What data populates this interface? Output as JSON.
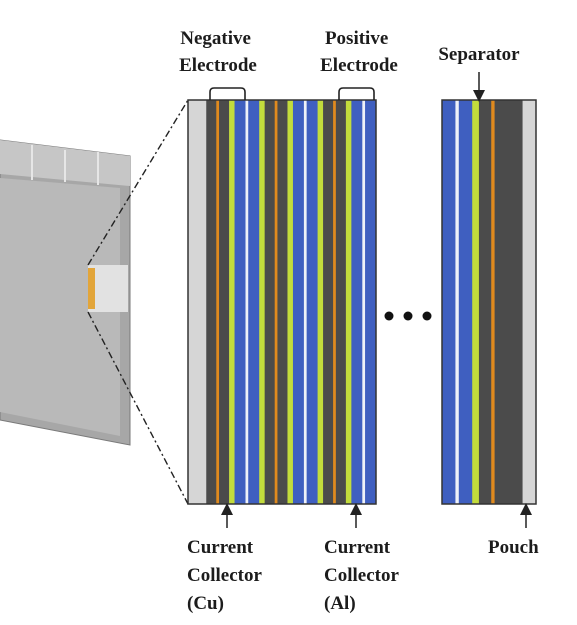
{
  "labels": {
    "negative_electrode": [
      "Negative",
      "Electrode"
    ],
    "positive_electrode": [
      "Positive",
      "Electrode"
    ],
    "separator": "Separator",
    "current_collector_cu": [
      "Current",
      "Collector",
      "(Cu)"
    ],
    "current_collector_al": [
      "Current",
      "Collector",
      "(Al)"
    ],
    "pouch": "Pouch"
  },
  "colors": {
    "pouch": "#d6d6d6",
    "anode_coating": "#4b4b4b",
    "copper_foil": "#e08a1e",
    "separator": "#c3dc3c",
    "cathode_coating": "#3f5fc0",
    "aluminum_foil": "#eef1f8",
    "cell_body": "#a7a7a7",
    "cell_top": "#c3c3c3",
    "tab": "#e2a53a",
    "outline": "#333333"
  },
  "icons": {
    "ellipsis": "ellipsis-dots-icon",
    "arrows": "arrow-up-icon / arrow-down-icon"
  }
}
